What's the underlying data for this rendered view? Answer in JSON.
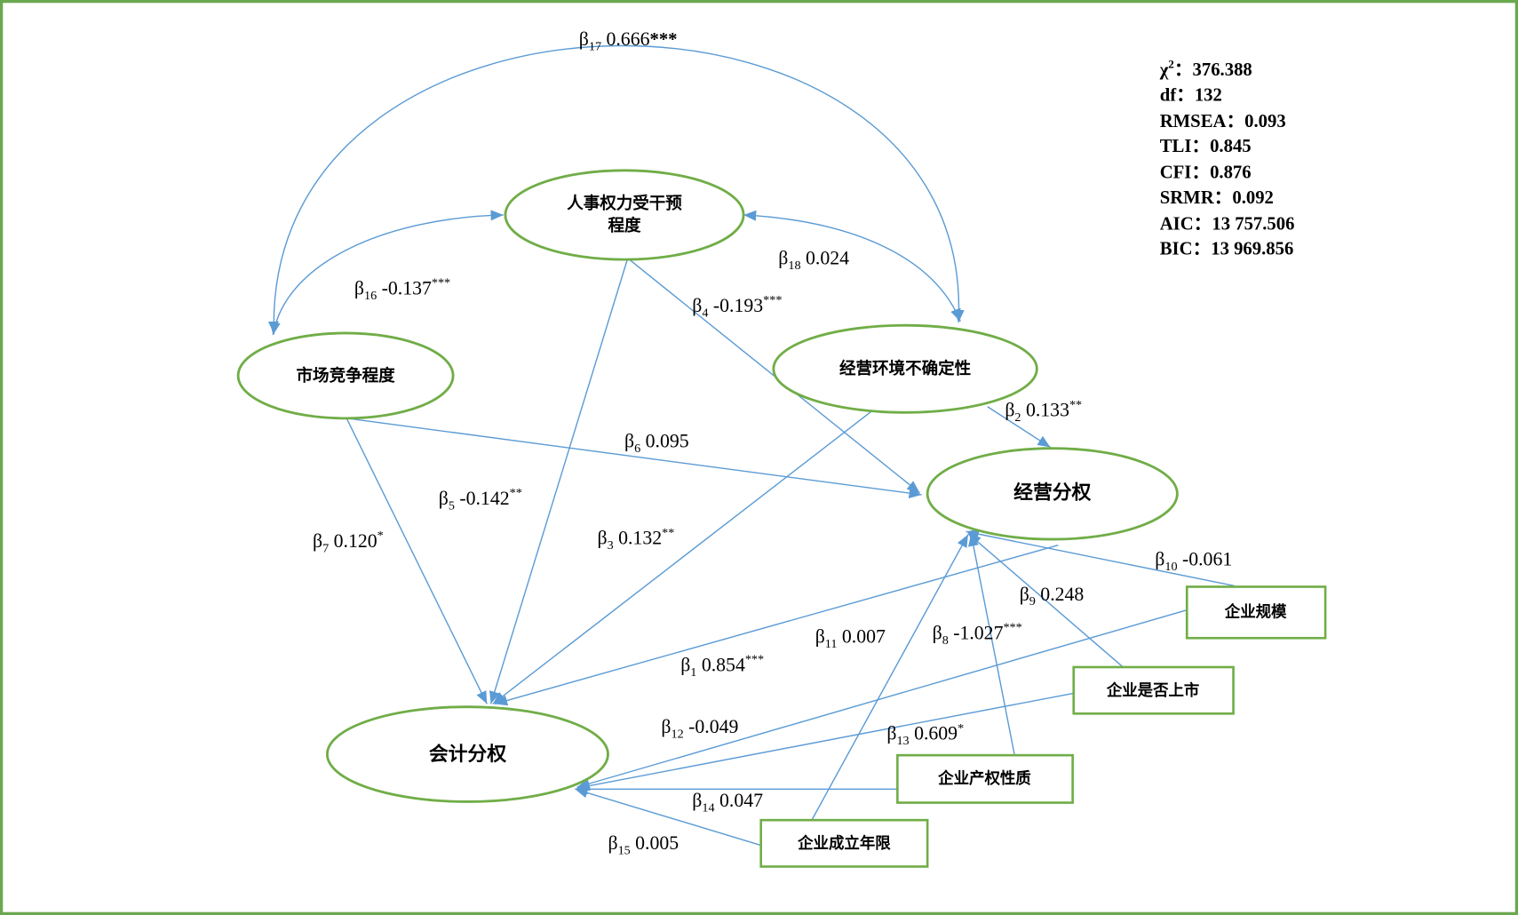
{
  "colors": {
    "frame": "#6aa84f",
    "node_stroke": "#70ad47",
    "arrow": "#5b9bd5",
    "text": "#000000"
  },
  "latent_variables": {
    "personnel_intervention": [
      "人事权力受干预",
      "程度"
    ],
    "market_competition": "市场竞争程度",
    "environment_uncertainty": "经营环境不确定性",
    "operating_decentralization": "经营分权",
    "accounting_decentralization": "会计分权"
  },
  "control_variables": {
    "firm_size": "企业规模",
    "listed": "企业是否上市",
    "ownership": "企业产权性质",
    "firm_age": "企业成立年限"
  },
  "coefficient_symbol": "β",
  "paths": [
    {
      "index": "1",
      "estimate": "0.854",
      "stars": "***"
    },
    {
      "index": "2",
      "estimate": "0.133",
      "stars": "**"
    },
    {
      "index": "3",
      "estimate": "0.132",
      "stars": "**"
    },
    {
      "index": "4",
      "estimate": "-0.193",
      "stars": "***"
    },
    {
      "index": "5",
      "estimate": "-0.142",
      "stars": "**"
    },
    {
      "index": "6",
      "estimate": "0.095"
    },
    {
      "index": "7",
      "estimate": "0.120",
      "stars": "*"
    },
    {
      "index": "8",
      "estimate": "-1.027",
      "stars": "***"
    },
    {
      "index": "9",
      "estimate": "0.248"
    },
    {
      "index": "10",
      "estimate": "-0.061"
    },
    {
      "index": "11",
      "estimate": "0.007"
    },
    {
      "index": "12",
      "estimate": "-0.049"
    },
    {
      "index": "13",
      "estimate": "0.609",
      "stars": "*"
    },
    {
      "index": "14",
      "estimate": "0.047"
    },
    {
      "index": "15",
      "estimate": "0.005"
    },
    {
      "index": "16",
      "estimate": "-0.137",
      "stars": "***"
    },
    {
      "index": "17",
      "estimate": "0.666",
      "stars": "***"
    },
    {
      "index": "18",
      "estimate": "0.024"
    }
  ],
  "fit": {
    "separator": "：",
    "items": [
      {
        "label": "χ",
        "sup": "2",
        "value": "376.388"
      },
      {
        "label": "df",
        "value": "132"
      },
      {
        "label": "RMSEA",
        "value": "0.093"
      },
      {
        "label": "TLI",
        "value": "0.845"
      },
      {
        "label": "CFI",
        "value": "0.876"
      },
      {
        "label": "SRMR",
        "value": "0.092"
      },
      {
        "label": "AIC",
        "value": "13 757.506"
      },
      {
        "label": "BIC",
        "value": "13 969.856"
      }
    ]
  }
}
